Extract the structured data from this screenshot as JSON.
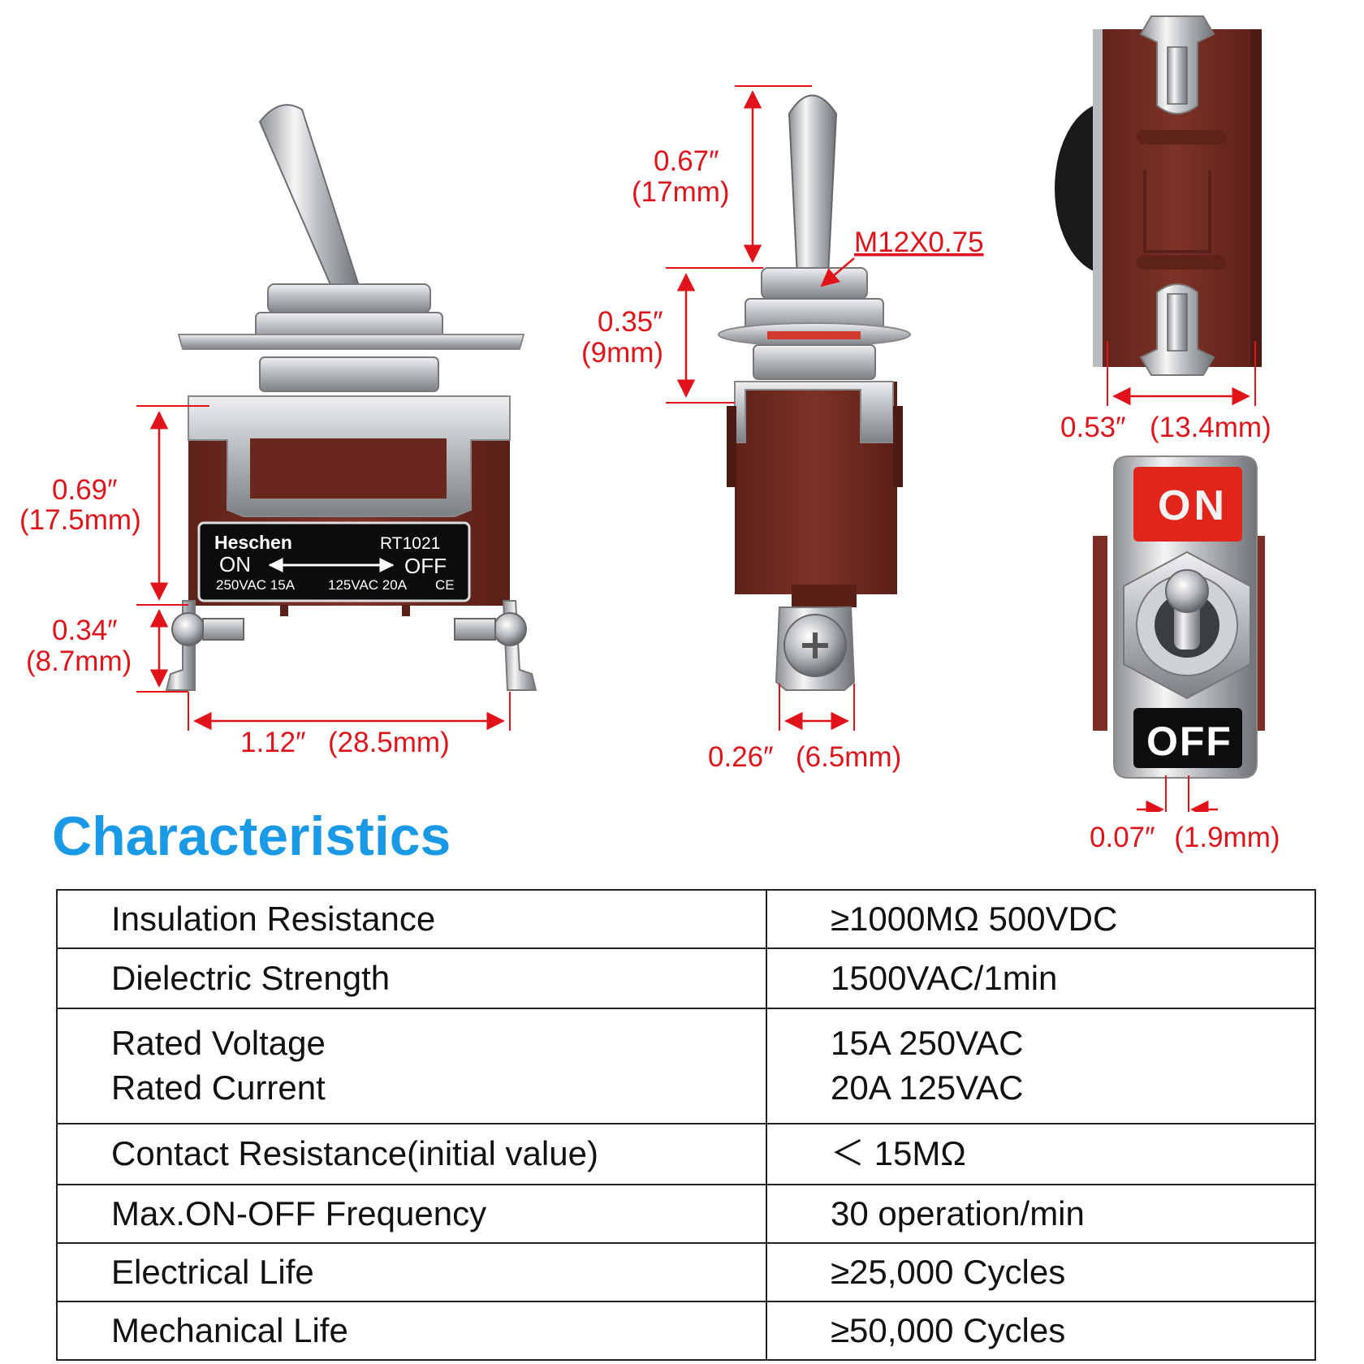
{
  "diagram": {
    "label": {
      "brand": "Heschen",
      "model": "RT1021",
      "on": "ON",
      "off": "OFF",
      "rating_left": "250VAC 15A",
      "rating_right": "125VAC 20A",
      "mark": "CE"
    },
    "front_view": {
      "body_height": {
        "inch": "0.69″",
        "mm": "(17.5mm)"
      },
      "terminal_height": {
        "inch": "0.34″",
        "mm": "(8.7mm)"
      },
      "width": {
        "inch": "1.12″",
        "mm": "(28.5mm)"
      }
    },
    "side_view": {
      "lever_length": {
        "inch": "0.67″",
        "mm": "(17mm)"
      },
      "thread": "M12X0.75",
      "bushing_height": {
        "inch": "0.35″",
        "mm": "(9mm)"
      },
      "terminal_width": {
        "inch": "0.26″",
        "mm": "(6.5mm)"
      }
    },
    "bottom_view": {
      "width": {
        "inch": "0.53″",
        "mm": "(13.4mm)"
      }
    },
    "top_view": {
      "plate_on": "ON",
      "plate_off": "OFF",
      "gap": {
        "inch": "0.07″",
        "mm": "(1.9mm)"
      }
    }
  },
  "characteristics": {
    "title": "Characteristics",
    "rows": [
      {
        "key": "Insulation Resistance",
        "value": "≥1000MΩ  500VDC"
      },
      {
        "key": "Dielectric Strength",
        "value": "1500VAC/1min"
      },
      {
        "key": "Rated Voltage",
        "key2": "Rated Current",
        "value": "15A 250VAC",
        "value2": "20A 125VAC"
      },
      {
        "key": "Contact Resistance(initial value)",
        "value": "＜ 15MΩ"
      },
      {
        "key": "Max.ON-OFF Frequency",
        "value": "30 operation/min"
      },
      {
        "key": "Electrical Life",
        "value": "≥25,000 Cycles"
      },
      {
        "key": "Mechanical Life",
        "value": "≥50,000 Cycles"
      }
    ]
  },
  "colors": {
    "dimension": "#e0131b",
    "title": "#1a9ae6",
    "body": "#7a2e24",
    "metal": "#c9cbce"
  }
}
